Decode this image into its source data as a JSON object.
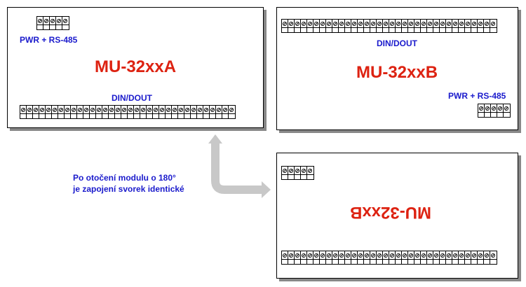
{
  "module_a": {
    "title": "MU-32xxA",
    "pwr_label": "PWR + RS-485",
    "din_label": "DIN/DOUT",
    "pwr_terminals": 5,
    "din_terminals": 34
  },
  "module_b": {
    "title": "MU-32xxB",
    "pwr_label": "PWR + RS-485",
    "din_label": "DIN/DOUT",
    "pwr_terminals": 5,
    "din_terminals": 34
  },
  "module_rotated": {
    "title": "MU-32xxB",
    "pwr_terminals": 5,
    "din_terminals": 34,
    "rotation_degrees": 180
  },
  "note": {
    "line1": "Po otočení modulu o 180°",
    "line2": "je zapojení svorek identické"
  },
  "colors": {
    "label_blue": "#1a1acc",
    "title_red": "#dd2211",
    "arrow_gray": "#c8c8c8",
    "shadow": "#888888"
  }
}
